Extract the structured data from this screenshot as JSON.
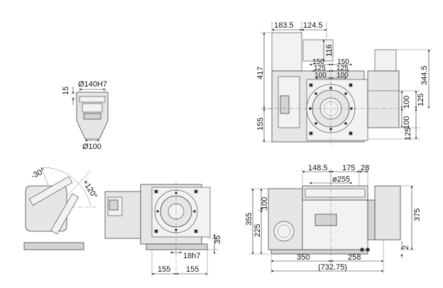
{
  "view_top": {
    "w1": "183.5",
    "w2": "124.5",
    "h116": "116",
    "h417": "417",
    "h155": "155",
    "x150a": "150",
    "x150b": "150",
    "x125a": "125",
    "x125b": "125",
    "x100a": "100",
    "x100b": "100",
    "r344": "344.5",
    "r100a": "100",
    "r100b": "100",
    "r125a": "125",
    "r125b": "125"
  },
  "view_spindle": {
    "dia_top": "Ø140H7",
    "h15": "15",
    "dia_bottom": "Ø100"
  },
  "view_tilt": {
    "angle_neg": "-30°",
    "angle_pos": "+120°"
  },
  "view_front": {
    "slot": "18h7",
    "h35": "35",
    "w155a": "155",
    "w155b": "155"
  },
  "view_side": {
    "t148": "148.5",
    "t175": "175",
    "t28": "28",
    "dia255": "ø255",
    "h355": "355",
    "h100": "100",
    "h225": "225",
    "h375": "375",
    "h2": "2",
    "w350": "350",
    "w258": "258",
    "total": "(732.75)"
  }
}
